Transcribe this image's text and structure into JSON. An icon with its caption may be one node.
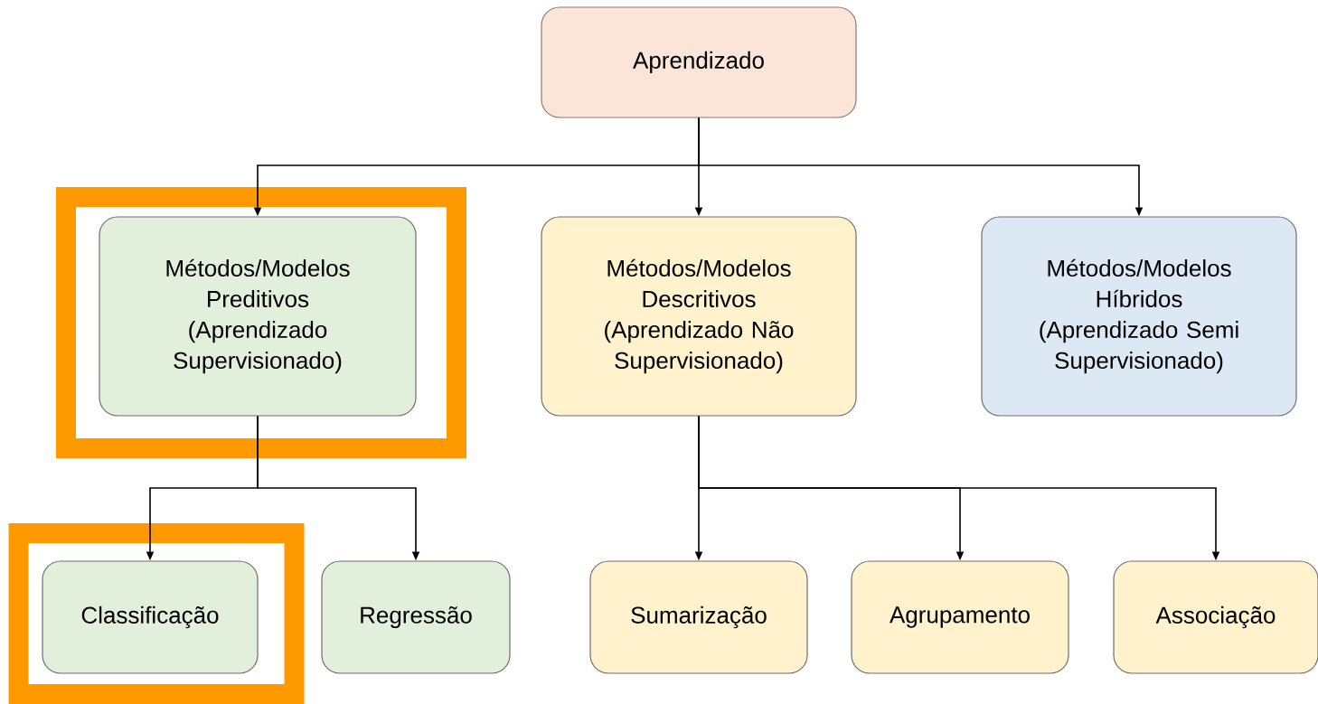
{
  "diagram": {
    "nodes": [
      {
        "text": [
          "Aprendizado"
        ]
      },
      {
        "text": [],
        "shape": "box"
      },
      {
        "text": [
          "Métodos/Modelos Preditivos (Aprendizado Supervisionado)"
        ],
        "in": 1
      },
      {
        "text": [
          "Métodos/Modelos Descritivos (Aprendizado Não Supervisionado)"
        ]
      },
      {
        "text": [
          "Métodos/Modelos Híbridos (Aprendizado Semi Supervisionado)"
        ]
      },
      {
        "text": [],
        "shape": "box"
      },
      {
        "text": [
          "Classificação"
        ],
        "in": 5
      },
      {
        "text": [
          "Regressão"
        ]
      },
      {
        "text": [
          "Sumarização"
        ]
      },
      {
        "text": [
          "Agrupamento"
        ]
      },
      {
        "text": [
          "Associação"
        ]
      }
    ],
    "edges": [
      {
        "from": 0,
        "to": 2,
        "arrow": "to"
      },
      {
        "from": 0,
        "to": 3,
        "arrow": "to"
      },
      {
        "from": 0,
        "to": 4,
        "arrow": "to"
      },
      {
        "from": 2,
        "to": 6,
        "arrow": "to"
      },
      {
        "from": 2,
        "to": 7,
        "arrow": "to"
      },
      {
        "from": 3,
        "to": 8,
        "arrow": "to"
      },
      {
        "from": 3,
        "to": 9,
        "arrow": "to"
      },
      {
        "from": 3,
        "to": 10,
        "arrow": "to"
      }
    ]
  }
}
